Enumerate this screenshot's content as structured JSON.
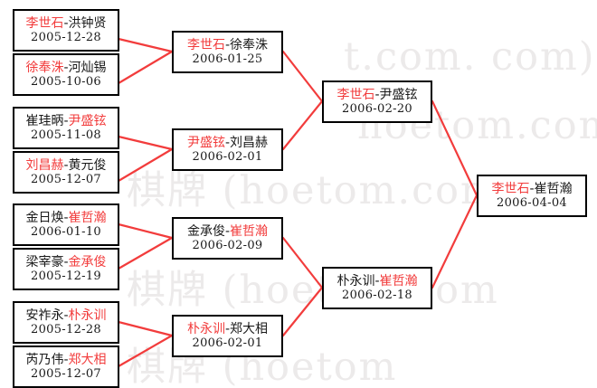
{
  "diagram": {
    "kind": "tournament-bracket",
    "accent_color": "#f23c3c",
    "box_border_color": "#000000",
    "background_color": "#ffffff",
    "watermark_color": "#eceaea"
  },
  "watermark": {
    "text": "hoetom.com",
    "lines": [
      "t.com. com)",
      "hoetom.com",
      "棋牌 (hoetom.com",
      "棋牌 (hoetom.com",
      "棋牌 (hoetom"
    ]
  },
  "rounds": [
    {
      "name": "round-1",
      "matches": [
        {
          "winner": "李世石",
          "sep": "-",
          "loser": "洪钟贤",
          "date": "2005-12-28",
          "winner_side": "left"
        },
        {
          "winner": "徐奉洙",
          "sep": "-",
          "loser": "河灿锡",
          "date": "2005-10-06",
          "winner_side": "left"
        },
        {
          "winner": "尹盛铉",
          "sep": "-",
          "loser": "崔珪昞",
          "date": "2005-11-08",
          "winner_side": "right"
        },
        {
          "winner": "刘昌赫",
          "sep": "-",
          "loser": "黄元俊",
          "date": "2005-12-07",
          "winner_side": "left"
        },
        {
          "winner": "崔哲瀚",
          "sep": "-",
          "loser": "金日焕",
          "date": "2006-01-10",
          "winner_side": "right"
        },
        {
          "winner": "金承俊",
          "sep": "-",
          "loser": "梁宰豪",
          "date": "2005-12-19",
          "winner_side": "right"
        },
        {
          "winner": "朴永训",
          "sep": "-",
          "loser": "安祚永",
          "date": "2005-12-28",
          "winner_side": "right"
        },
        {
          "winner": "郑大相",
          "sep": "-",
          "loser": "芮乃伟",
          "date": "2005-12-07",
          "winner_side": "right"
        }
      ]
    },
    {
      "name": "round-2",
      "matches": [
        {
          "winner": "李世石",
          "sep": "-",
          "loser": "徐奉洙",
          "date": "2006-01-25",
          "winner_side": "left"
        },
        {
          "winner": "尹盛铉",
          "sep": "-",
          "loser": "刘昌赫",
          "date": "2006-02-01",
          "winner_side": "left"
        },
        {
          "winner": "崔哲瀚",
          "sep": "-",
          "loser": "金承俊",
          "date": "2006-02-09",
          "winner_side": "right"
        },
        {
          "winner": "朴永训",
          "sep": "-",
          "loser": "郑大相",
          "date": "2006-02-01",
          "winner_side": "left"
        }
      ]
    },
    {
      "name": "semifinal",
      "matches": [
        {
          "winner": "李世石",
          "sep": "-",
          "loser": "尹盛铉",
          "date": "2006-02-20",
          "winner_side": "left"
        },
        {
          "winner": "崔哲瀚",
          "sep": "-",
          "loser": "朴永训",
          "date": "2006-02-18",
          "winner_side": "right"
        }
      ]
    },
    {
      "name": "final",
      "matches": [
        {
          "winner": "李世石",
          "sep": "-",
          "loser": "崔哲瀚",
          "date": "2006-04-04",
          "winner_side": "left"
        }
      ]
    }
  ]
}
